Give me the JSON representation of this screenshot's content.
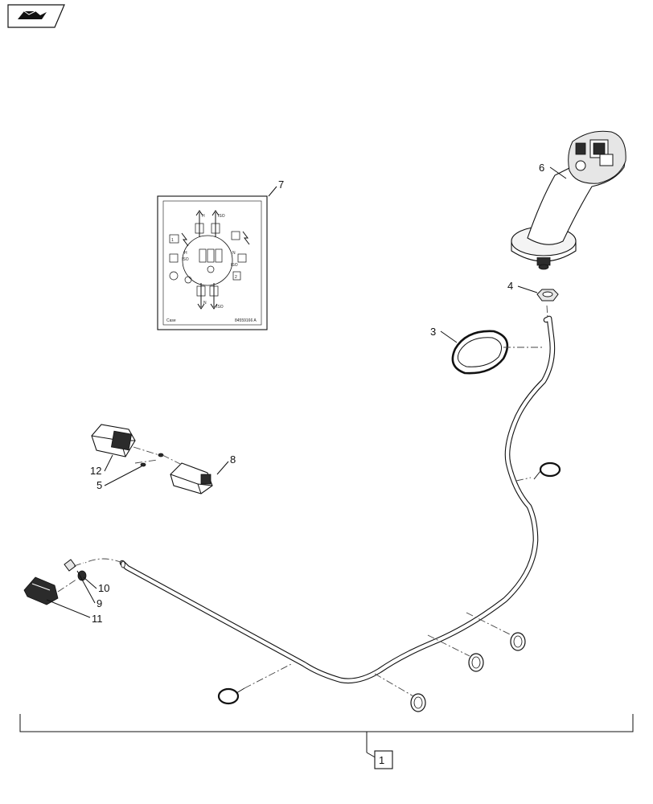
{
  "nav_icon": "page-flip-icon",
  "decal": {
    "footer_left": "Case",
    "footer_right": "84559166 A",
    "labels": {
      "h_top": "H",
      "iso_top": "ISO",
      "h_left": "H",
      "iso_left": "ISO",
      "n_right": "N",
      "iso_right": "ISO",
      "n_bottom": "N",
      "iso_bottom": "ISO",
      "num1": "1",
      "num2": "2"
    }
  },
  "callouts": [
    {
      "id": "c1",
      "text": "1"
    },
    {
      "id": "c3",
      "text": "3"
    },
    {
      "id": "c4",
      "text": "4"
    },
    {
      "id": "c5",
      "text": "5"
    },
    {
      "id": "c6",
      "text": "6"
    },
    {
      "id": "c7",
      "text": "7"
    },
    {
      "id": "c8",
      "text": "8"
    },
    {
      "id": "c9",
      "text": "9"
    },
    {
      "id": "c10",
      "text": "10"
    },
    {
      "id": "c11",
      "text": "11"
    },
    {
      "id": "c12",
      "text": "12"
    }
  ]
}
